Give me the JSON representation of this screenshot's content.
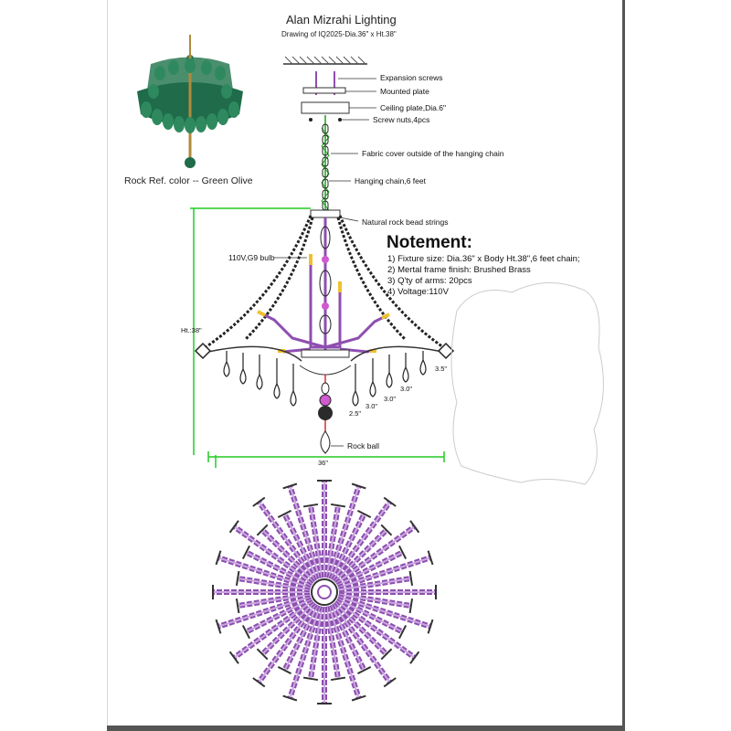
{
  "header": {
    "title": "Alan Mizrahi Lighting",
    "subtitle": "Drawing of IQ2025-Dia.36\" x Ht.38\""
  },
  "reference": {
    "caption": "Rock Ref. color -- Green Olive"
  },
  "callouts": {
    "expansion_screws": "Expansion screws",
    "mounted_plate": "Mounted plate",
    "ceiling_plate": "Ceiling plate,Dia.6\"",
    "screw_nuts": "Screw nuts,4pcs",
    "fabric_cover": "Fabric cover outside of the hanging chain",
    "hanging_chain": "Hanging chain,6 feet",
    "rock_bead_strings": "Natural rock bead strings",
    "bulb": "110V,G9 bulb",
    "rock_ball": "Rock ball"
  },
  "notes": {
    "heading": "Notement:",
    "items": [
      "1) Fixture size: Dia.36\" x Body Ht.38\",6 feet chain;",
      "2) Mertal frame finish: Brushed Brass",
      "3) Q'ty of arms: 20pcs",
      "4) Voltage:110V"
    ]
  },
  "dimensions": {
    "height": "Ht.:38\"",
    "diameter": "36\"",
    "drop_lengths": [
      "2.5\"",
      "3.0\"",
      "3.0\"",
      "3.0\"",
      "3.5\""
    ]
  },
  "colors": {
    "arm": "#8e4fb0",
    "arm_light": "#c9a7e0",
    "chain": "#1aa01a",
    "dimension": "#22cc22",
    "rock": "#1f6b4a",
    "brass": "#b08a3c",
    "bulb": "#f0c030"
  },
  "top_view": {
    "arm_count": 20
  }
}
